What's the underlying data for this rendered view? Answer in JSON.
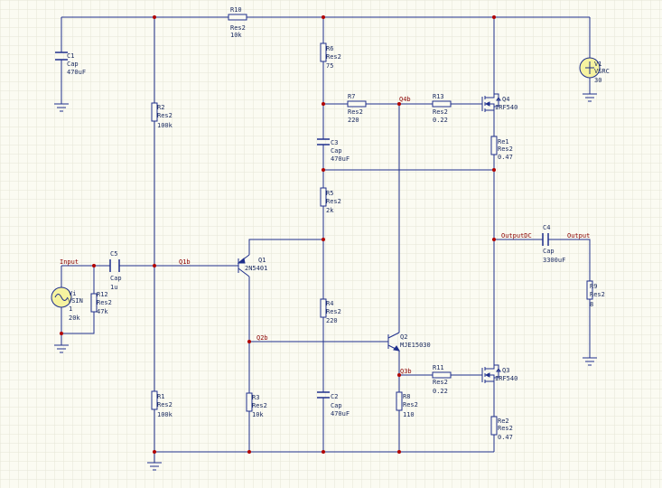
{
  "components": {
    "R10": {
      "ref": "R10",
      "type": "Res2",
      "value": "10k"
    },
    "C1": {
      "ref": "C1",
      "type": "Cap",
      "value": "470uF"
    },
    "R2": {
      "ref": "R2",
      "type": "Res2",
      "value": "100k"
    },
    "R6": {
      "ref": "R6",
      "type": "Res2",
      "value": "75"
    },
    "R7": {
      "ref": "R7",
      "type": "Res2",
      "value": "220"
    },
    "R13": {
      "ref": "R13",
      "type": "Res2",
      "value": "0.22"
    },
    "Q4": {
      "ref": "Q4",
      "type": "IRF540"
    },
    "V1": {
      "ref": "V1",
      "type": "VSRC",
      "value": "30"
    },
    "C3": {
      "ref": "C3",
      "type": "Cap",
      "value": "470uF"
    },
    "Re1": {
      "ref": "Re1",
      "type": "Res2",
      "value": "0.47"
    },
    "R5": {
      "ref": "R5",
      "type": "Res2",
      "value": "2k"
    },
    "C4": {
      "ref": "C4",
      "type": "Cap",
      "value": "3300uF"
    },
    "C5": {
      "ref": "C5",
      "type": "Cap",
      "value": "1u"
    },
    "Q1": {
      "ref": "Q1",
      "type": "2N5401"
    },
    "Vi": {
      "ref": "Vi",
      "type": "VSIN",
      "value": "1",
      "value2": "20k"
    },
    "R12": {
      "ref": "R12",
      "type": "Res2",
      "value": "47k"
    },
    "R9": {
      "ref": "R9",
      "type": "Res2",
      "value": "8"
    },
    "R4": {
      "ref": "R4",
      "type": "Res2",
      "value": "220"
    },
    "Q2": {
      "ref": "Q2",
      "type": "MJE15030"
    },
    "R11": {
      "ref": "R11",
      "type": "Res2",
      "value": "0.22"
    },
    "Q3": {
      "ref": "Q3",
      "type": "IRF540"
    },
    "R1": {
      "ref": "R1",
      "type": "Res2",
      "value": "100k"
    },
    "R3": {
      "ref": "R3",
      "type": "Res2",
      "value": "10k"
    },
    "C2": {
      "ref": "C2",
      "type": "Cap",
      "value": "470uF"
    },
    "R8": {
      "ref": "R8",
      "type": "Res2",
      "value": "110"
    },
    "Re2": {
      "ref": "Re2",
      "type": "Res2",
      "value": "0.47"
    }
  },
  "nets": {
    "input": "Input",
    "q1b": "Q1b",
    "q2b": "Q2b",
    "q3b": "Q3b",
    "q4b": "Q4b",
    "output_dc": "OutputDC",
    "output": "Output"
  },
  "colors": {
    "background": "#fbfbf2",
    "grid": "#e6e6d6",
    "wire": "#1f2f8c",
    "junction": "#b00000",
    "net_label": "#8a0000",
    "source_fill": "#f6f3a0"
  }
}
